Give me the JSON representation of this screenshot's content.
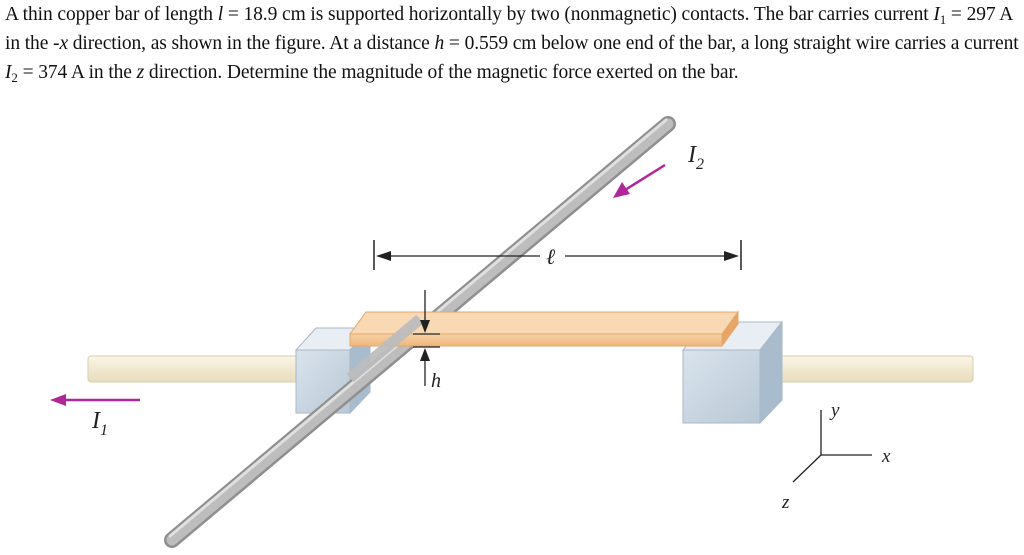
{
  "problem": {
    "p1": "A thin copper bar of length ",
    "p2": "l",
    "p3": " = 18.9 cm is supported horizontally by two (nonmagnetic) contacts. The bar carries current ",
    "p4": "I",
    "p5": "1",
    "p6": " = 297 A in the -",
    "p7": "x",
    "p8": " direction, as shown in the figure. At a distance ",
    "p9": "h",
    "p10": " = 0.559 cm below one end of the bar, a long straight wire carries a current ",
    "p11": "I",
    "p12": "2",
    "p13": " = 374 A in the ",
    "p14": "z",
    "p15": " direction. Determine the magnitude of the magnetic force exerted on the bar."
  },
  "figure": {
    "label_I2": "I",
    "label_I2_sub": "2",
    "label_I1": "I",
    "label_I1_sub": "1",
    "label_ell": "ℓ",
    "label_h": "h",
    "axis_y": "y",
    "axis_x": "x",
    "axis_z": "z",
    "colors": {
      "copper_bar": "#f3c08a",
      "contact_block": "#cdd9e4",
      "wire_gray": "#a9a9a9",
      "side_rods": "#f2e8cc",
      "arrow_magenta": "#b0279a"
    }
  }
}
